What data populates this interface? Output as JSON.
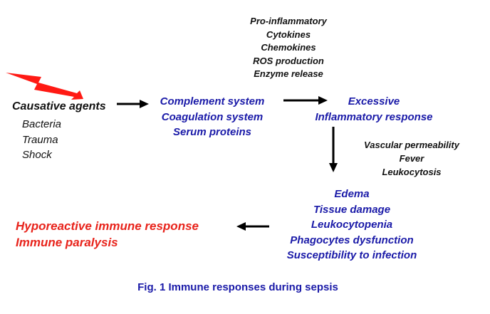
{
  "top_mediators": [
    "Pro-inflammatory",
    "Cytokines",
    "Chemokines",
    "ROS production",
    "Enzyme release"
  ],
  "causative": {
    "heading": "Causative agents",
    "items": [
      "Bacteria",
      "Trauma",
      "Shock"
    ]
  },
  "humoral": [
    "Complement system",
    "Coagulation system",
    "Serum proteins"
  ],
  "excessive": [
    "Excessive",
    "Inflammatory response"
  ],
  "effects": [
    "Vascular permeability",
    "Fever",
    "Leukocytosis"
  ],
  "outcomes": [
    "Edema",
    "Tissue damage",
    "Leukocytopenia",
    "Phagocytes dysfunction",
    "Susceptibility to infection"
  ],
  "final": [
    "Hyporeactive immune response",
    "Immune paralysis"
  ],
  "caption": "Fig. 1 Immune responses during sepsis",
  "colors": {
    "blue": "#1a1aa8",
    "red": "#e8231b",
    "black": "#111111"
  },
  "icons": {
    "lightning": "lightning-bolt-icon"
  }
}
